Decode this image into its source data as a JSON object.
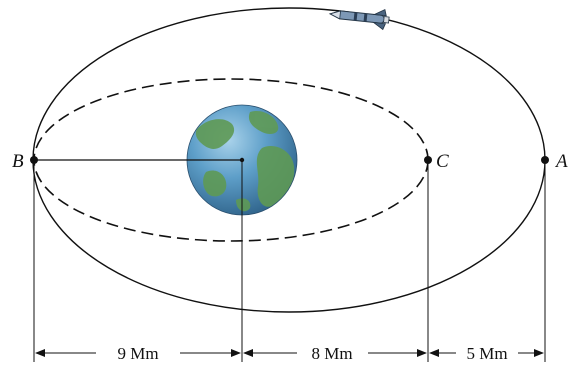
{
  "points": {
    "B": "B",
    "C": "C",
    "A": "A"
  },
  "dimensions": {
    "d1": "9 Mm",
    "d2": "8 Mm",
    "d3": "5 Mm"
  },
  "colors": {
    "line": "#111111",
    "ocean": "#3f86b0",
    "land": "#5f9a55",
    "rocket_body": "#6f8fb0"
  },
  "icons": {
    "planet": "earth-globe",
    "spacecraft": "rocket-icon"
  }
}
